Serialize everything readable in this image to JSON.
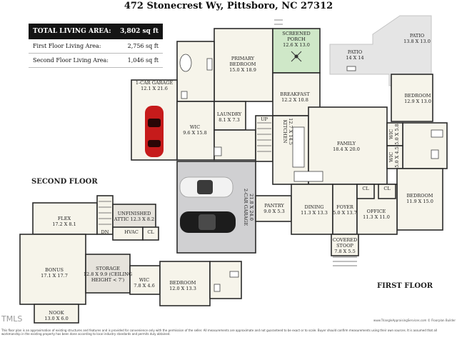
{
  "header": {
    "title": "472 Stonecrest Wy, Pittsboro, NC 27312"
  },
  "stats": [
    {
      "label": "TOTAL LIVING AREA:",
      "value": "3,802 sq ft"
    },
    {
      "label": "First Floor Living Area:",
      "value": "2,756 sq ft"
    },
    {
      "label": "Second Floor Living Area:",
      "value": "1,046 sq ft"
    }
  ],
  "floors": {
    "second": "SECOND FLOOR",
    "first": "FIRST FLOOR"
  },
  "rooms": {
    "screened_porch": {
      "name": "SCREENED",
      "name2": "PORCH",
      "dims": "12.6 X 13.0"
    },
    "patio_a": {
      "name": "PATIO",
      "dims": "14 X 14"
    },
    "patio_b": {
      "name": "PATIO",
      "dims": "13.8 X 13.0"
    },
    "primary_bedroom": {
      "name": "PRIMARY",
      "name2": "BEDROOM",
      "dims": "15.0 X 18.9"
    },
    "garage_1car": {
      "name": "1-CAR GARAGE",
      "dims": "12.1 X 21.6"
    },
    "breakfast": {
      "name": "BREAKFAST",
      "dims": "12.2 X 10.8"
    },
    "bedroom_ne": {
      "name": "BEDROOM",
      "dims": "12.9 X 13.0"
    },
    "laundry": {
      "name": "LAUNDRY",
      "dims": "8.1 X 7.3"
    },
    "wic_primary": {
      "name": "WIC",
      "dims": "9.6 X 15.8"
    },
    "up": {
      "name": "UP"
    },
    "kitchen": {
      "name": "KITCHEN",
      "dims": "12.7 X 14.5"
    },
    "family": {
      "name": "FAMILY",
      "dims": "18.4 X 20.0"
    },
    "wic_a": {
      "name": "WIC",
      "dims": "5.0 X 5.8"
    },
    "wic_b": {
      "name": "WIC",
      "dims": "5.0 X 4.5"
    },
    "garage_2car": {
      "name": "2-CAR GARAGE",
      "dims": "21.8 X 24.0"
    },
    "pantry": {
      "name": "PANTRY",
      "dims": "9.0 X 5.3"
    },
    "dining": {
      "name": "DINING",
      "dims": "11.3 X 13.3"
    },
    "foyer": {
      "name": "FOYER",
      "dims": "5.0 X 13.7"
    },
    "cl_a": {
      "name": "CL"
    },
    "cl_b": {
      "name": "CL"
    },
    "office": {
      "name": "OFFICE",
      "dims": "11.3 X 11.0"
    },
    "bedroom_e": {
      "name": "BEDROOM",
      "dims": "11.9 X 15.0"
    },
    "covered_stoop": {
      "name": "COVERED",
      "name2": "STOOP",
      "dims": "7.8 X 5.5"
    },
    "flex": {
      "name": "FLEX",
      "dims": "17.2 X 8.1"
    },
    "unfinished_attic": {
      "name": "UNFINISHED",
      "name2": "ATTIC 12.3 X 8.2"
    },
    "dn": {
      "name": "DN"
    },
    "hvac": {
      "name": "HVAC"
    },
    "cl_up": {
      "name": "CL"
    },
    "bonus": {
      "name": "BONUS",
      "dims": "17.1 X 17.7"
    },
    "storage": {
      "name": "STORAGE",
      "name2": "12.8 X 9.9 (CEILING",
      "name3": "HEIGHT < 7')"
    },
    "wic_up": {
      "name": "WIC",
      "dims": "7.8 X 4.6"
    },
    "bedroom_up": {
      "name": "BEDROOM",
      "dims": "12.0 X 13.3"
    },
    "nook": {
      "name": "NOOK",
      "dims": "13.0 X 6.0"
    }
  },
  "footer": {
    "watermark": "TMLS",
    "credit": "www.TriangleAppraisingServices.com   © Floorplan Builder",
    "disclaimer": "This floor plan is an approximation of existing structures and features and is provided for convenience only with the permission of the seller. All measurements are approximate and not guaranteed to be exact or to scale. Buyer should confirm measurements using their own sources. It is assumed that all workmanship in the existing property has been done according to local industry standards and permits duly obtained."
  },
  "colors": {
    "wall": "#2b2b2b",
    "floor": "#f6f4ea",
    "porch": "#cfe8c8",
    "patio": "#e5e5e5",
    "garage2": "#d0d0d2",
    "storage": "#e6e3dc",
    "car_red": "#c61b1b"
  }
}
